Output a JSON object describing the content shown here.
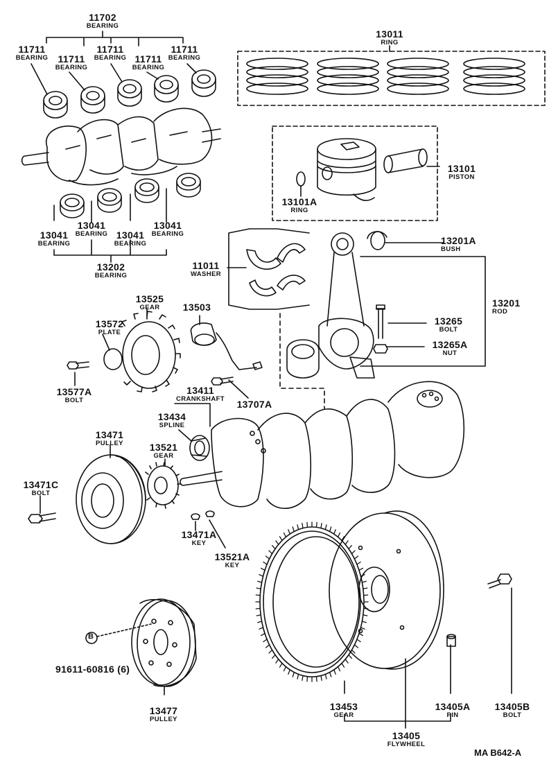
{
  "parts": {
    "p11702": {
      "number": "11702",
      "name": "BEARING"
    },
    "p11711": {
      "number": "11711",
      "name": "BEARING"
    },
    "p13041": {
      "number": "13041",
      "name": "BEARING"
    },
    "p13202": {
      "number": "13202",
      "name": "BEARING"
    },
    "p13011": {
      "number": "13011",
      "name": "RING"
    },
    "p13101": {
      "number": "13101",
      "name": "PISTON"
    },
    "p13101A": {
      "number": "13101A",
      "name": "RING"
    },
    "p11011": {
      "number": "11011",
      "name": "WASHER"
    },
    "p13201A": {
      "number": "13201A",
      "name": "BUSH"
    },
    "p13201": {
      "number": "13201",
      "name": "ROD"
    },
    "p13265": {
      "number": "13265",
      "name": "BOLT"
    },
    "p13265A": {
      "number": "13265A",
      "name": "NUT"
    },
    "p13525": {
      "number": "13525",
      "name": "GEAR"
    },
    "p13503": {
      "number": "13503",
      "name": ""
    },
    "p13572": {
      "number": "13572",
      "name": "PLATE"
    },
    "p13577A": {
      "number": "13577A",
      "name": "BOLT"
    },
    "p13411": {
      "number": "13411",
      "name": "CRANKSHAFT"
    },
    "p13707A": {
      "number": "13707A",
      "name": ""
    },
    "p13434": {
      "number": "13434",
      "name": "SPLINE"
    },
    "p13471": {
      "number": "13471",
      "name": "PULLEY"
    },
    "p13521": {
      "number": "13521",
      "name": "GEAR"
    },
    "p13471C": {
      "number": "13471C",
      "name": "BOLT"
    },
    "p13471A": {
      "number": "13471A",
      "name": "KEY"
    },
    "p13521A": {
      "number": "13521A",
      "name": "KEY"
    },
    "p91611": {
      "number": "91611-60816 (6)",
      "name": ""
    },
    "p13477": {
      "number": "13477",
      "name": "PULLEY"
    },
    "p13453": {
      "number": "13453",
      "name": "GEAR"
    },
    "p13405A": {
      "number": "13405A",
      "name": "PIN"
    },
    "p13405B": {
      "number": "13405B",
      "name": "BOLT"
    },
    "p13405": {
      "number": "13405",
      "name": "FLYWHEEL"
    }
  },
  "callout_b": "B",
  "figure_code": "MA B642-A"
}
